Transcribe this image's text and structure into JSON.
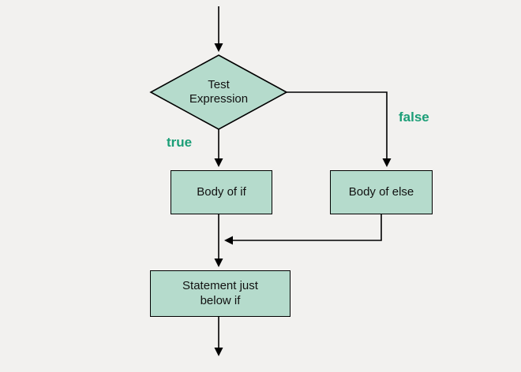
{
  "diagram": {
    "type": "flowchart",
    "subject": "if-else statement control flow",
    "nodes": {
      "decision": "Test Expression",
      "body_if": "Body of if",
      "body_else": "Body of else",
      "statement": "Statement just below if"
    },
    "edges": {
      "true_label": "true",
      "false_label": "false"
    },
    "colors": {
      "node_fill": "#b5dbcc",
      "node_border": "#000000",
      "connector": "#000000",
      "edge_label_green": "#1b9e77",
      "background": "#f2f1ef"
    }
  }
}
